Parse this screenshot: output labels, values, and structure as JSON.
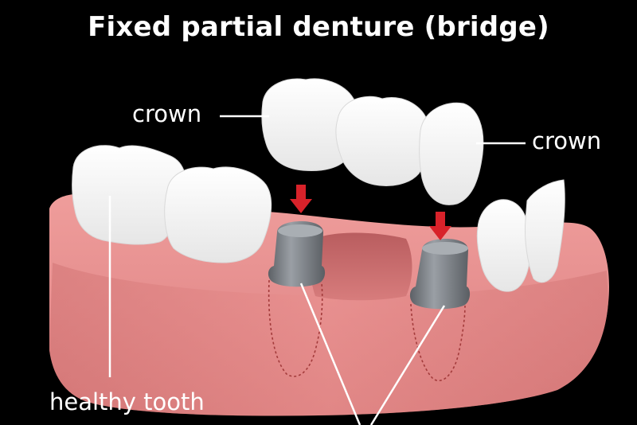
{
  "title": "Fixed partial denture (bridge)",
  "labels": {
    "crown_left": "crown",
    "crown_right": "crown",
    "healthy_tooth": "healthy tooth"
  },
  "colors": {
    "background": "#000000",
    "gum": "#e58e8e",
    "gum_dark": "#c86a6a",
    "tooth": "#f7f7f7",
    "abutment": "#7d8288",
    "arrow": "#d8222a",
    "text": "#ffffff"
  }
}
